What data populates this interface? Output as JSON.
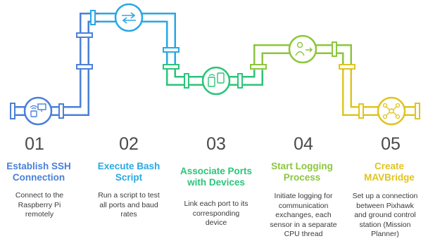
{
  "colors": {
    "step1": "#4a80d8",
    "step2": "#28a8e4",
    "step3": "#2bc47a",
    "step4": "#8cc63e",
    "step5": "#e0c420"
  },
  "steps": [
    {
      "number": "01",
      "title": "Establish SSH Connection",
      "title_lines": [
        "Establish SSH",
        "Connection"
      ],
      "description_lines": [
        "Connect to the",
        "Raspberry Pi",
        "remotely"
      ],
      "icon": "ssh-monitor-icon"
    },
    {
      "number": "02",
      "title": "Execute Bash Script",
      "title_lines": [
        "Execute Bash",
        "Script"
      ],
      "description_lines": [
        "Run a script to test",
        "all ports and baud",
        "rates"
      ],
      "icon": "exchange-arrows-icon"
    },
    {
      "number": "03",
      "title": "Associate Ports with Devices",
      "title_lines": [
        "Associate Ports",
        "with Devices"
      ],
      "description_lines": [
        "Link each port to its",
        "corresponding",
        "device"
      ],
      "icon": "device-link-icon"
    },
    {
      "number": "04",
      "title": "Start Logging Process",
      "title_lines": [
        "Start Logging",
        "Process"
      ],
      "description_lines": [
        "Initiate logging for",
        "communication",
        "exchanges, each",
        "sensor in a separate",
        "CPU thread"
      ],
      "icon": "user-logging-icon"
    },
    {
      "number": "05",
      "title": "Create MAVBridge",
      "title_lines": [
        "Create",
        "MAVBridge"
      ],
      "description_lines": [
        "Set up a connection",
        "between Pixhawk",
        "and ground control",
        "station (Mission",
        "Planner)"
      ],
      "icon": "network-bridge-icon"
    }
  ]
}
